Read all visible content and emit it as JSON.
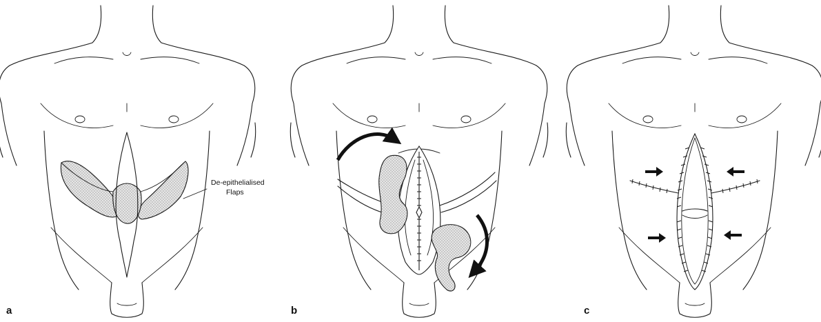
{
  "panels": [
    {
      "label": "a"
    },
    {
      "label": "b"
    },
    {
      "label": "c"
    }
  ],
  "annotation": {
    "line1": "De-epithelialised",
    "line2": "Flaps"
  }
}
